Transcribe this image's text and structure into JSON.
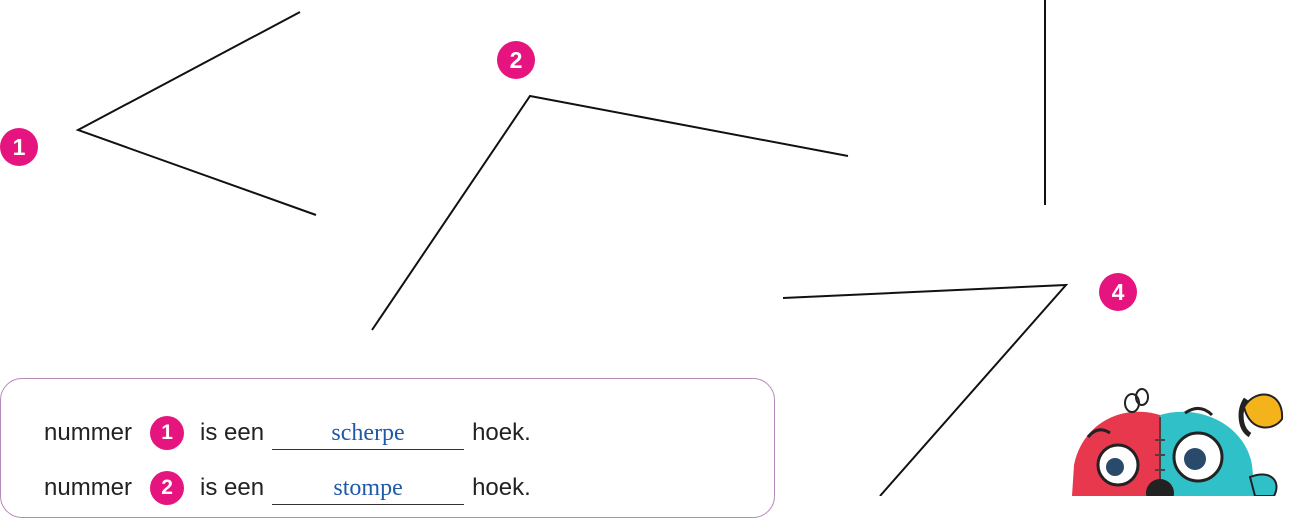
{
  "angles": [
    {
      "number": "1"
    },
    {
      "number": "2"
    },
    {
      "number": "4"
    }
  ],
  "sentences": [
    {
      "prefix": "nummer",
      "number": "1",
      "middle": "is een",
      "answer": "scherpe",
      "suffix": "hoek."
    },
    {
      "prefix": "nummer",
      "number": "2",
      "middle": "is een",
      "answer": "stompe",
      "suffix": "hoek."
    }
  ],
  "colors": {
    "badge": "#e6147f",
    "answer": "#1f5aa8",
    "box_border": "#b58ab8"
  },
  "mascot": {
    "icon": "cartoon-creature"
  }
}
